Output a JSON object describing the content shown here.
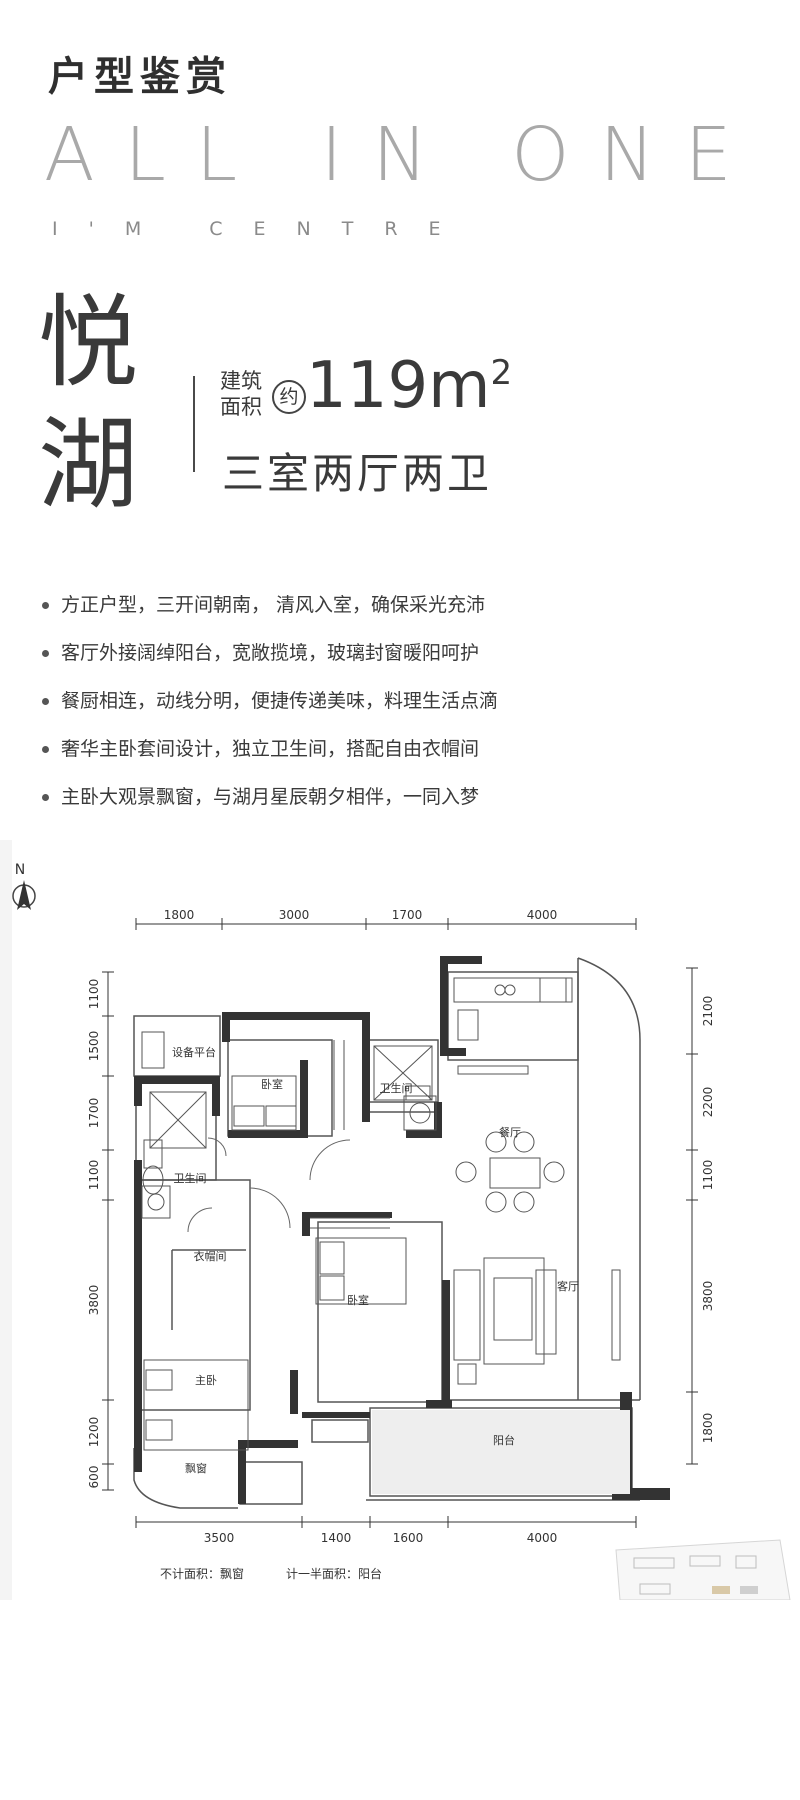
{
  "header": {
    "section_title": "户型鉴赏",
    "hero": "ALL IN ONE",
    "subtitle": "I'M CENTRE"
  },
  "unit": {
    "name_line1": "悦",
    "name_line2": "湖",
    "area_label_line1": "建筑",
    "area_label_line2": "面积",
    "approx_mark": "约",
    "area_value": "119m",
    "area_exponent": "2",
    "layout": "三室两厅两卫"
  },
  "features": [
    "方正户型，三开间朝南， 清风入室，确保采光充沛",
    "客厅外接阔绰阳台，宽敞揽境，玻璃封窗暖阳呵护",
    "餐厨相连，动线分明，便捷传递美味，料理生活点滴",
    "奢华主卧套间设计，独立卫生间，搭配自由衣帽间",
    "主卧大观景飘窗，与湖月星辰朝夕相伴，一同入梦"
  ],
  "floorplan": {
    "north_label": "N",
    "dims_top": [
      "1800",
      "3000",
      "1700",
      "4000"
    ],
    "dims_bottom": [
      "3500",
      "1400",
      "1600",
      "4000"
    ],
    "dims_left": [
      "1100",
      "1500",
      "1700",
      "1100",
      "3800",
      "1200",
      "600"
    ],
    "dims_right": [
      "2100",
      "2200",
      "1100",
      "3800",
      "1800"
    ],
    "rooms": {
      "equipment_platform": "设备平台",
      "bedroom_top": "卧室",
      "bathroom_center": "卫生间",
      "dining": "餐厅",
      "bathroom_left": "卫生间",
      "walk_in_closet": "衣帽间",
      "bedroom_middle": "卧室",
      "living": "客厅",
      "master_bedroom": "主卧",
      "balcony": "阳台",
      "bay_window": "飘窗"
    },
    "notes": {
      "not_counted": "不计面积：飘窗",
      "half_counted": "计一半面积：阳台"
    }
  }
}
